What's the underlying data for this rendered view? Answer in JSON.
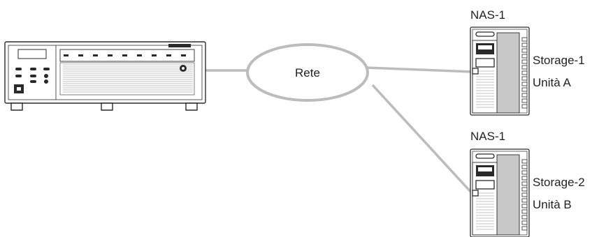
{
  "network": {
    "label": "Rete"
  },
  "nas_top": {
    "title": "NAS-1",
    "storage": "Storage-1",
    "unit": "Unità A"
  },
  "nas_bottom": {
    "title": "NAS-1",
    "storage": "Storage-2",
    "unit": "Unità B"
  },
  "colors": {
    "line": "#bcbcbc",
    "device_stroke": "#2a2a2a",
    "text": "#222222"
  },
  "icons": {
    "recorder": "network-video-recorder-icon",
    "nas": "nas-tower-icon"
  }
}
